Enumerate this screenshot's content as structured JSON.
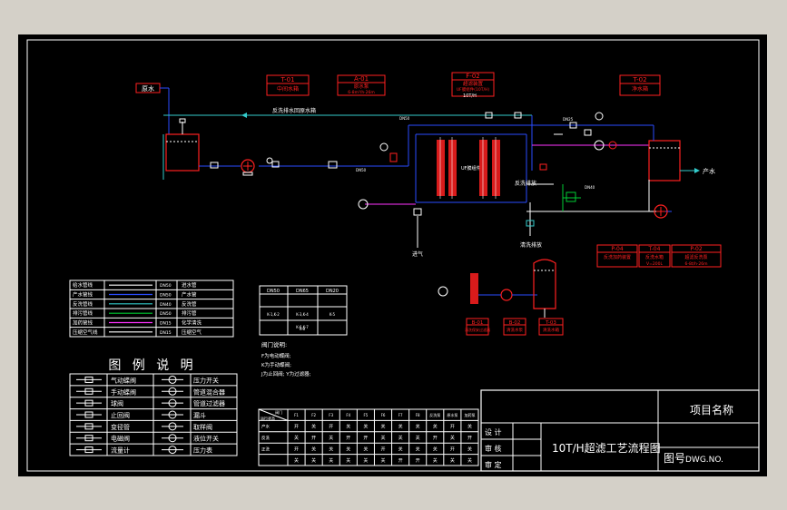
{
  "colors": {
    "background": "#000000",
    "frame": "#ffffff",
    "main_line": "#2a4dff",
    "return_line": "#33cccc",
    "gas_line": "#ffffff",
    "chem_line": "#ff33ff",
    "drain_line": "#00cc33",
    "equipment_red": "#ff2020",
    "label_white": "#ffffff"
  },
  "tags": {
    "t01": {
      "code": "T-01",
      "name": "中间水箱"
    },
    "a01": {
      "code": "A-01",
      "name": "原水泵",
      "spec": "6-8m³/h·26m"
    },
    "f02": {
      "code": "F-02",
      "name": "超滤装置",
      "spec": "UF膜组件(10T/H)",
      "cap": "10T/H"
    },
    "t02": {
      "code": "T-02",
      "name": "净水箱"
    },
    "p04": {
      "code": "P-04",
      "name": "反洗加药装置"
    },
    "t04": {
      "code": "T-04",
      "name": "反洗水箱",
      "spec": "V=200L"
    },
    "p02": {
      "code": "P-02",
      "name": "超滤反洗泵",
      "spec": "6-8t/h·26m"
    },
    "b01": {
      "code": "B-01",
      "name": "清洗保安过滤器"
    },
    "b02": {
      "code": "B-02",
      "name": "清洗水泵"
    },
    "t03": {
      "code": "T-03",
      "name": "清洗水箱",
      "spec": "V=1m³"
    }
  },
  "flow_labels": {
    "raw_water": "原水",
    "product_water": "产水",
    "backwash_return": "反洗排水回原水箱",
    "concentrate": "反洗排放",
    "air": "进气",
    "cleaning_drain": "清洗排放",
    "pipe_dn50": "DN50",
    "pipe_dn25": "DN25",
    "pipe_dn40": "DN40",
    "uf_label": "UF膜组件"
  },
  "line_legend": {
    "rows": [
      {
        "name": "给水管线",
        "size": "DN50",
        "note": "进水管"
      },
      {
        "name": "产水管线",
        "size": "DN50",
        "note": "产水管"
      },
      {
        "name": "反洗管线",
        "size": "DN40",
        "note": "反洗管"
      },
      {
        "name": "排污管线",
        "size": "DN50",
        "note": "排污管"
      },
      {
        "name": "加药管线",
        "size": "DN15",
        "note": "化学清洗"
      },
      {
        "name": "压缩空气线",
        "size": "DN15",
        "note": "压缩空气"
      }
    ]
  },
  "size_table": {
    "headers": [
      "DN50",
      "DN65",
      "DN20"
    ],
    "rows": [
      [
        "",
        "",
        ""
      ],
      [
        "K-1,K-2",
        "K-3,K-4",
        "K-5"
      ],
      [
        "",
        "K-6,K-7",
        ""
      ],
      [
        "",
        "K-8",
        ""
      ]
    ]
  },
  "legend_title": "图 例 说 明",
  "symbol_legend": {
    "rows": [
      {
        "left": "气动蝶阀",
        "right": "压力开关"
      },
      {
        "left": "手动蝶阀",
        "right": "管道混合器"
      },
      {
        "left": "球阀",
        "right": "管道过滤器"
      },
      {
        "left": "止回阀",
        "right": "漏斗"
      },
      {
        "left": "变径管",
        "right": "取样阀"
      },
      {
        "left": "电磁阀",
        "right": "液位开关"
      },
      {
        "left": "流量计",
        "right": "压力表"
      }
    ]
  },
  "notes": {
    "title": "阀门说明:",
    "lines": [
      "F为电动蝶阀;",
      "K为手动蝶阀;",
      "J为止回阀; Y为过滤器;"
    ]
  },
  "valve_table": {
    "corner_top": "阀门",
    "corner_bottom": "运行状态",
    "headers": [
      "F1",
      "F2",
      "F3",
      "F4",
      "F5",
      "F6",
      "F7",
      "F8",
      "反洗泵",
      "原水泵",
      "加药泵"
    ],
    "rows": [
      {
        "state": "产水",
        "cells": [
          "开",
          "关",
          "开",
          "关",
          "关",
          "关",
          "关",
          "关",
          "关",
          "开",
          "关"
        ]
      },
      {
        "state": "反洗",
        "cells": [
          "关",
          "开",
          "关",
          "开",
          "开",
          "关",
          "关",
          "关",
          "开",
          "关",
          "开"
        ]
      },
      {
        "state": "正洗",
        "cells": [
          "开",
          "关",
          "关",
          "关",
          "关",
          "开",
          "关",
          "关",
          "关",
          "开",
          "关"
        ]
      },
      {
        "state": "",
        "cells": [
          "关",
          "关",
          "关",
          "关",
          "关",
          "关",
          "开",
          "开",
          "关",
          "关",
          "关"
        ]
      }
    ]
  },
  "title_block": {
    "project_label": "项目名称",
    "drawing_title": "10T/H超滤工艺流程图",
    "drawing_no_label": "图号",
    "drawing_no_value": "DWG.NO.",
    "rows": [
      "设 计",
      "审 核",
      "审 定"
    ]
  }
}
